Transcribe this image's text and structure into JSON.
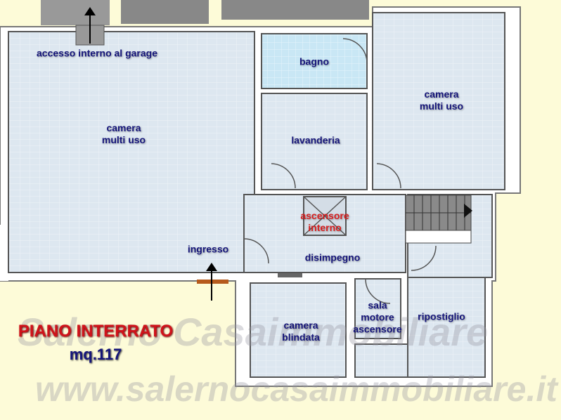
{
  "plan": {
    "title": "PIANO INTERRATO",
    "area": "mq.117",
    "watermark_brand": "Salerno Casaimmobiliare",
    "watermark_url": "www.salernocasaimmobiliare.it",
    "rooms": {
      "garage_access": "accesso interno al garage",
      "bagno": "bagno",
      "camera_right": "camera\nmulti uso",
      "camera_left": "camera\nmulti uso",
      "lavanderia": "lavanderia",
      "ascensore": "ascensore\ninterno",
      "ingresso": "ingresso",
      "disimpegno": "disimpegno",
      "sala_motore": "sala\nmotore\nascensore",
      "ripostiglio": "ripostiglio",
      "camera_blindata": "camera\nblindata"
    }
  },
  "colors": {
    "background": "#fdfbd8",
    "room": "#dde7f0",
    "bagno": "#c9e7f5",
    "wall": "#555555",
    "title": "#d0121a",
    "label": "#15157a"
  }
}
